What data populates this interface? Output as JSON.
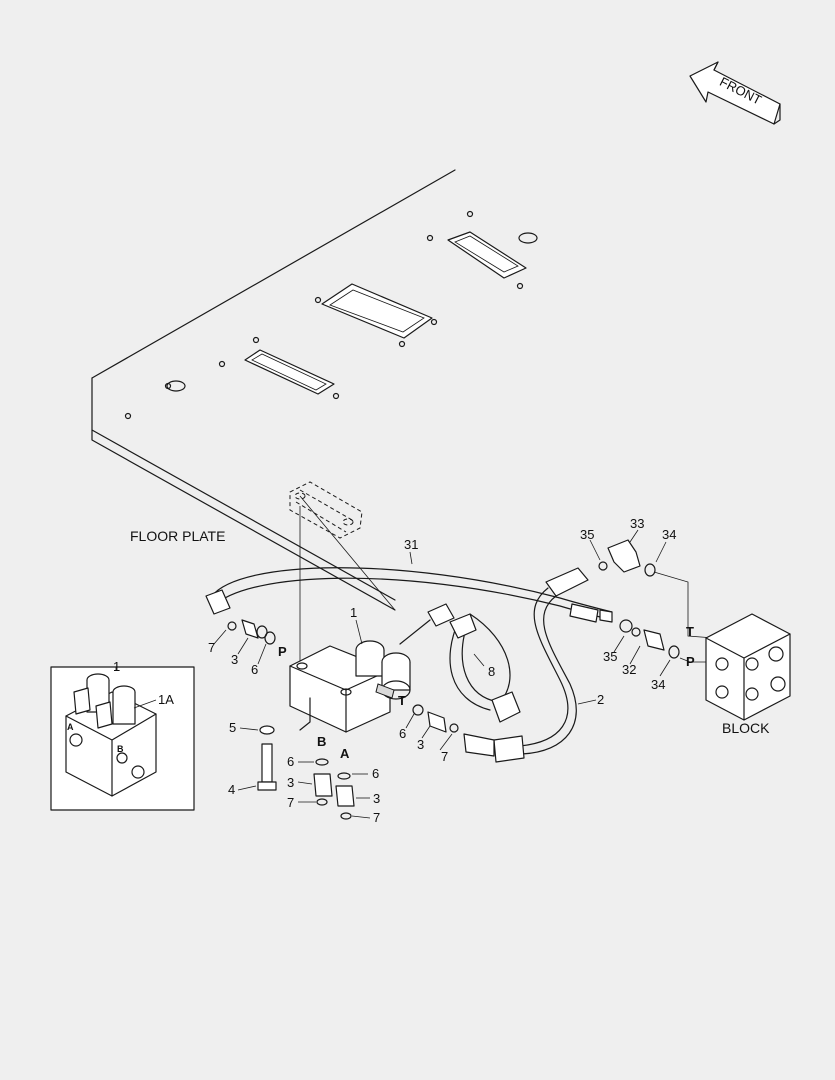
{
  "labels": {
    "floor_plate": "FLOOR PLATE",
    "block": "BLOCK",
    "front": "FRONT"
  },
  "callouts": {
    "c1_main": "1",
    "c1_inset": "1",
    "c1a": "1A",
    "c2": "2",
    "c3_a": "3",
    "c3_b": "3",
    "c3_c": "3",
    "c3_d": "3",
    "c4": "4",
    "c5": "5",
    "c6_a": "6",
    "c6_b": "6",
    "c6_c": "6",
    "c6_d": "6",
    "c7_a": "7",
    "c7_b": "7",
    "c7_c": "7",
    "c7_d": "7",
    "c8": "8",
    "c31": "31",
    "c32": "32",
    "c33": "33",
    "c34_a": "34",
    "c34_b": "34",
    "c35_a": "35",
    "c35_b": "35"
  },
  "ports": {
    "p_valve": "P",
    "t_valve": "T",
    "b_valve": "B",
    "a_valve": "A",
    "t_block": "T",
    "p_block": "P",
    "inset_a": "A",
    "inset_b": "B"
  }
}
